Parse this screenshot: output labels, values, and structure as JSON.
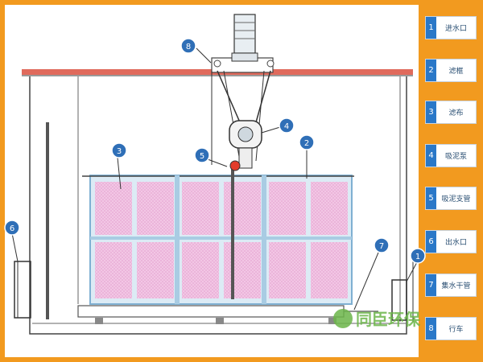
{
  "diagram": {
    "legend": [
      {
        "num": "1",
        "label": "进水口"
      },
      {
        "num": "2",
        "label": "滤框"
      },
      {
        "num": "3",
        "label": "滤布"
      },
      {
        "num": "4",
        "label": "吸泥泵"
      },
      {
        "num": "5",
        "label": "吸泥支管"
      },
      {
        "num": "6",
        "label": "出水口"
      },
      {
        "num": "7",
        "label": "集水干管"
      },
      {
        "num": "8",
        "label": "行车"
      }
    ],
    "callouts": [
      "1",
      "2",
      "3",
      "4",
      "5",
      "6",
      "7",
      "8"
    ],
    "watermark": "同臣环保",
    "colors": {
      "frame": "#f29a1f",
      "badge": "#2f6fb7",
      "rail": "#e06a5c",
      "filter_fill": "#f3c9e6",
      "filter_frame": "#a9cce3",
      "line": "#333333"
    }
  }
}
